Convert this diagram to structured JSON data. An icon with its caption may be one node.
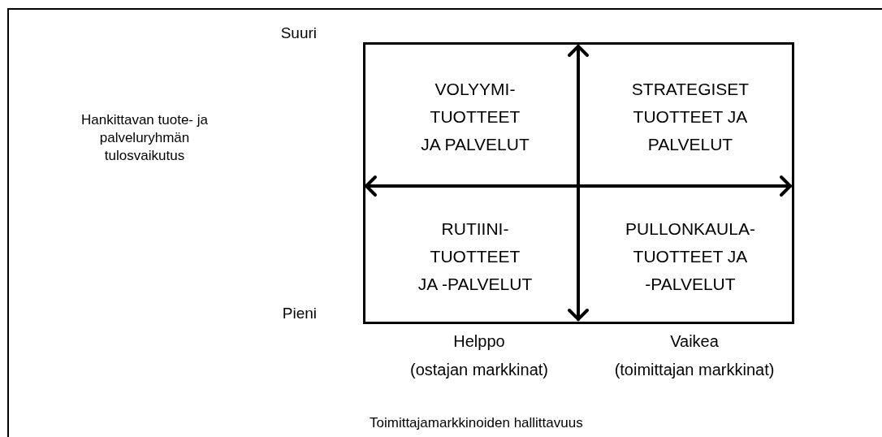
{
  "diagram": {
    "nodes": [
      {
        "text": [],
        "shape": "box"
      },
      {
        "text": [
          "VOLYYMI- TUOTTEET JA PALVELUT"
        ],
        "in": 0
      },
      {
        "text": [
          "STRATEGISET TUOTTEET JA PALVELUT"
        ],
        "in": 0
      },
      {
        "text": [
          "RUTIINI- TUOTTEET JA -PALVELUT"
        ],
        "in": 0
      },
      {
        "text": [
          "PULLONKAULA- TUOTTEET JA -PALVELUT"
        ],
        "in": 0
      }
    ],
    "edges": [],
    "labels": [
      "Suuri",
      "Hankittavan tuote- ja palveluryhmän tulosvaikutus",
      "Pieni",
      "Helppo",
      "Vaikea",
      "(ostajan markkinat)",
      "(toimittajan markkinat)",
      "Toimittajamarkkinoiden hallittavuus"
    ]
  }
}
